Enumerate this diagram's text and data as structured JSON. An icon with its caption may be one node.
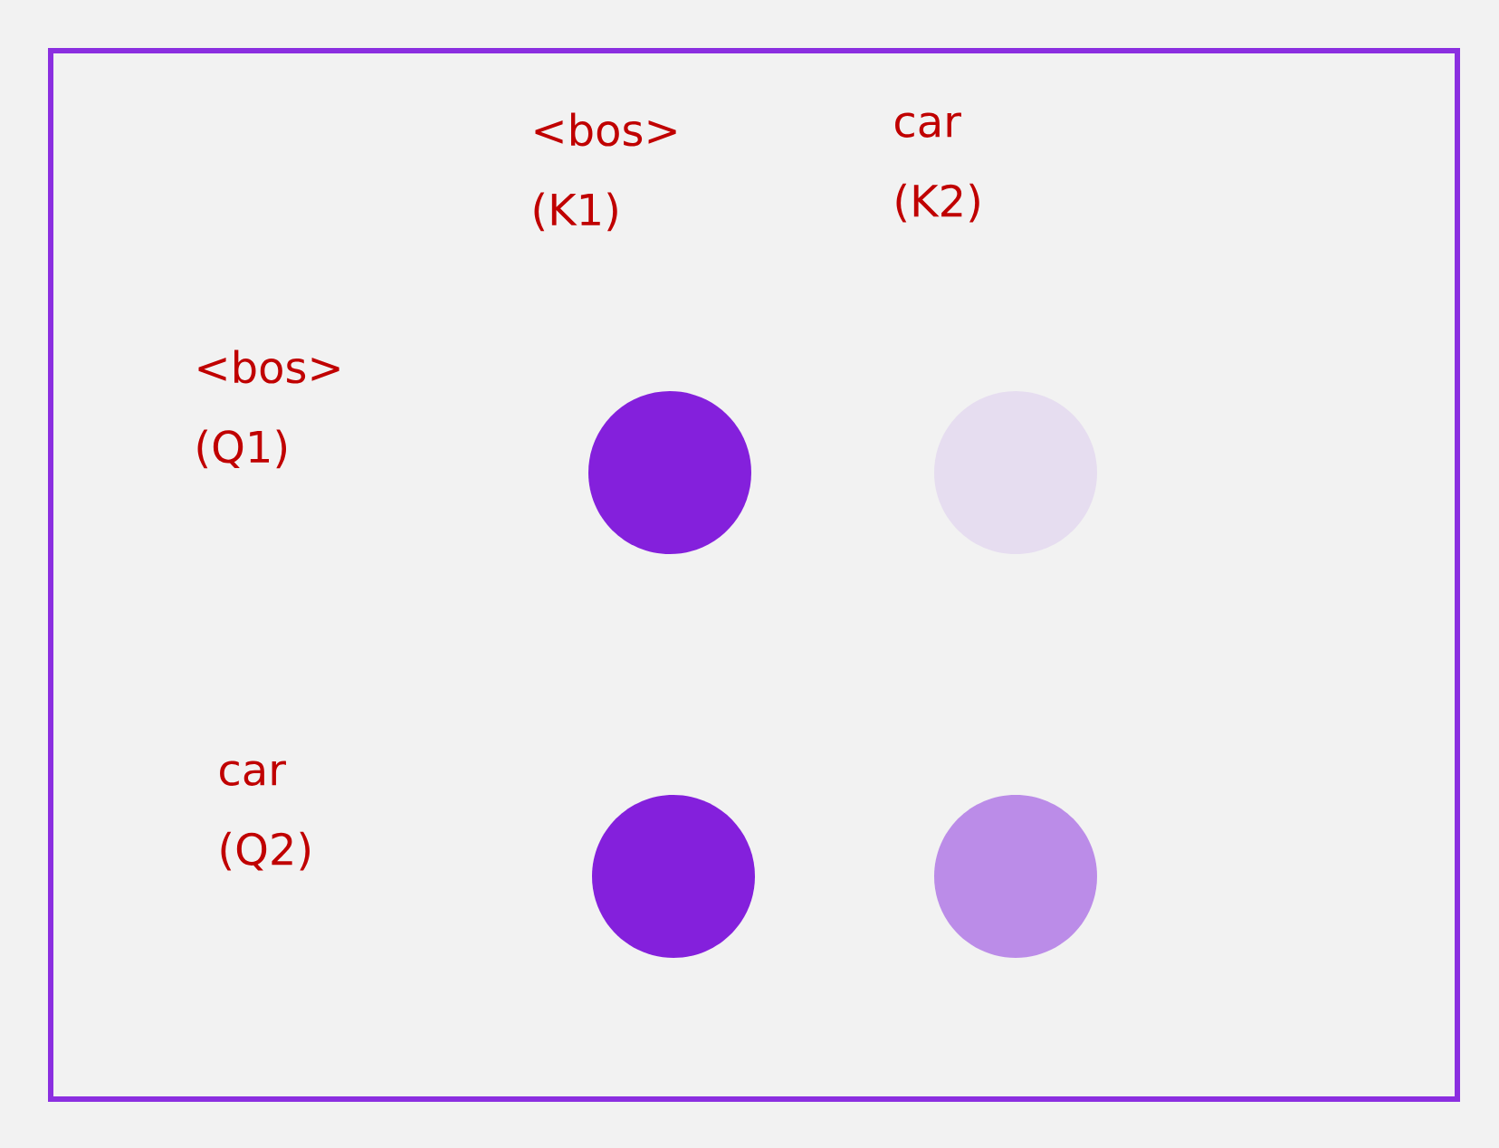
{
  "diagram": {
    "nodes": [
      {
        "text": [],
        "shape": "box"
      },
      {
        "text": [],
        "shape": "circle",
        "in": 0
      },
      {
        "text": [],
        "shape": "circle",
        "in": 0
      },
      {
        "text": [],
        "shape": "circle",
        "in": 0
      },
      {
        "text": [],
        "shape": "circle",
        "in": 0
      }
    ],
    "labels": [
      "<bos> (K1)",
      "car (K2)",
      "<bos> (Q1)",
      "car (Q2)"
    ]
  }
}
